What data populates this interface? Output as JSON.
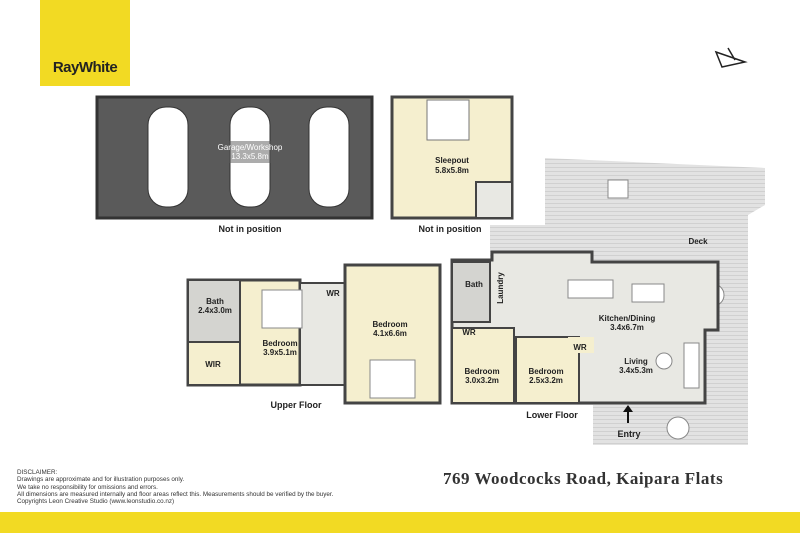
{
  "logo": {
    "text": "RayWhite",
    "color": "#f2da23"
  },
  "north_arrow": {
    "icon": "north-arrow-icon"
  },
  "plans": {
    "garage": {
      "name": "Garage/Workshop",
      "size": "13.3x5.8m",
      "note": "Not in position"
    },
    "sleepout": {
      "name": "Sleepout",
      "size": "5.8x5.8m",
      "note": "Not in position"
    },
    "upper": {
      "caption": "Upper Floor",
      "rooms": [
        {
          "name": "Bath",
          "size": "2.4x3.0m"
        },
        {
          "name": "Bedroom",
          "size": "3.9x5.1m"
        },
        {
          "name": "WR",
          "size": ""
        },
        {
          "name": "Bedroom",
          "size": "4.1x6.6m"
        },
        {
          "name": "WIR",
          "size": ""
        }
      ]
    },
    "lower": {
      "caption": "Lower Floor",
      "rooms": [
        {
          "name": "Bath",
          "size": ""
        },
        {
          "name": "Laundry",
          "size": ""
        },
        {
          "name": "Kitchen/Dining",
          "size": "3.4x6.7m"
        },
        {
          "name": "WR",
          "size": ""
        },
        {
          "name": "WR",
          "size": ""
        },
        {
          "name": "Bedroom",
          "size": "3.0x3.2m"
        },
        {
          "name": "Bedroom",
          "size": "2.5x3.2m"
        },
        {
          "name": "Living",
          "size": "3.4x5.3m"
        }
      ]
    },
    "deck": "Deck",
    "entry": "Entry"
  },
  "disclaimer": {
    "title": "DISCLAIMER:",
    "lines": [
      "Drawings are approximate and for illustration purposes only.",
      "We take no responsibility for omissions and errors.",
      "All dimensions are measured internally and floor areas reflect this. Measurements should be verified by the buyer.",
      "Copyrights Leon Creative Studio (www.leonstudio.co.nz)"
    ]
  },
  "address": "769 Woodcocks Road, Kaipara Flats",
  "colors": {
    "brand": "#f2da23",
    "garage": "#5a5a5a",
    "bedroom": "#f5efcf",
    "floor": "#e8e8e3",
    "deck": "#dcdcdc",
    "wall": "#4a4a4a"
  }
}
